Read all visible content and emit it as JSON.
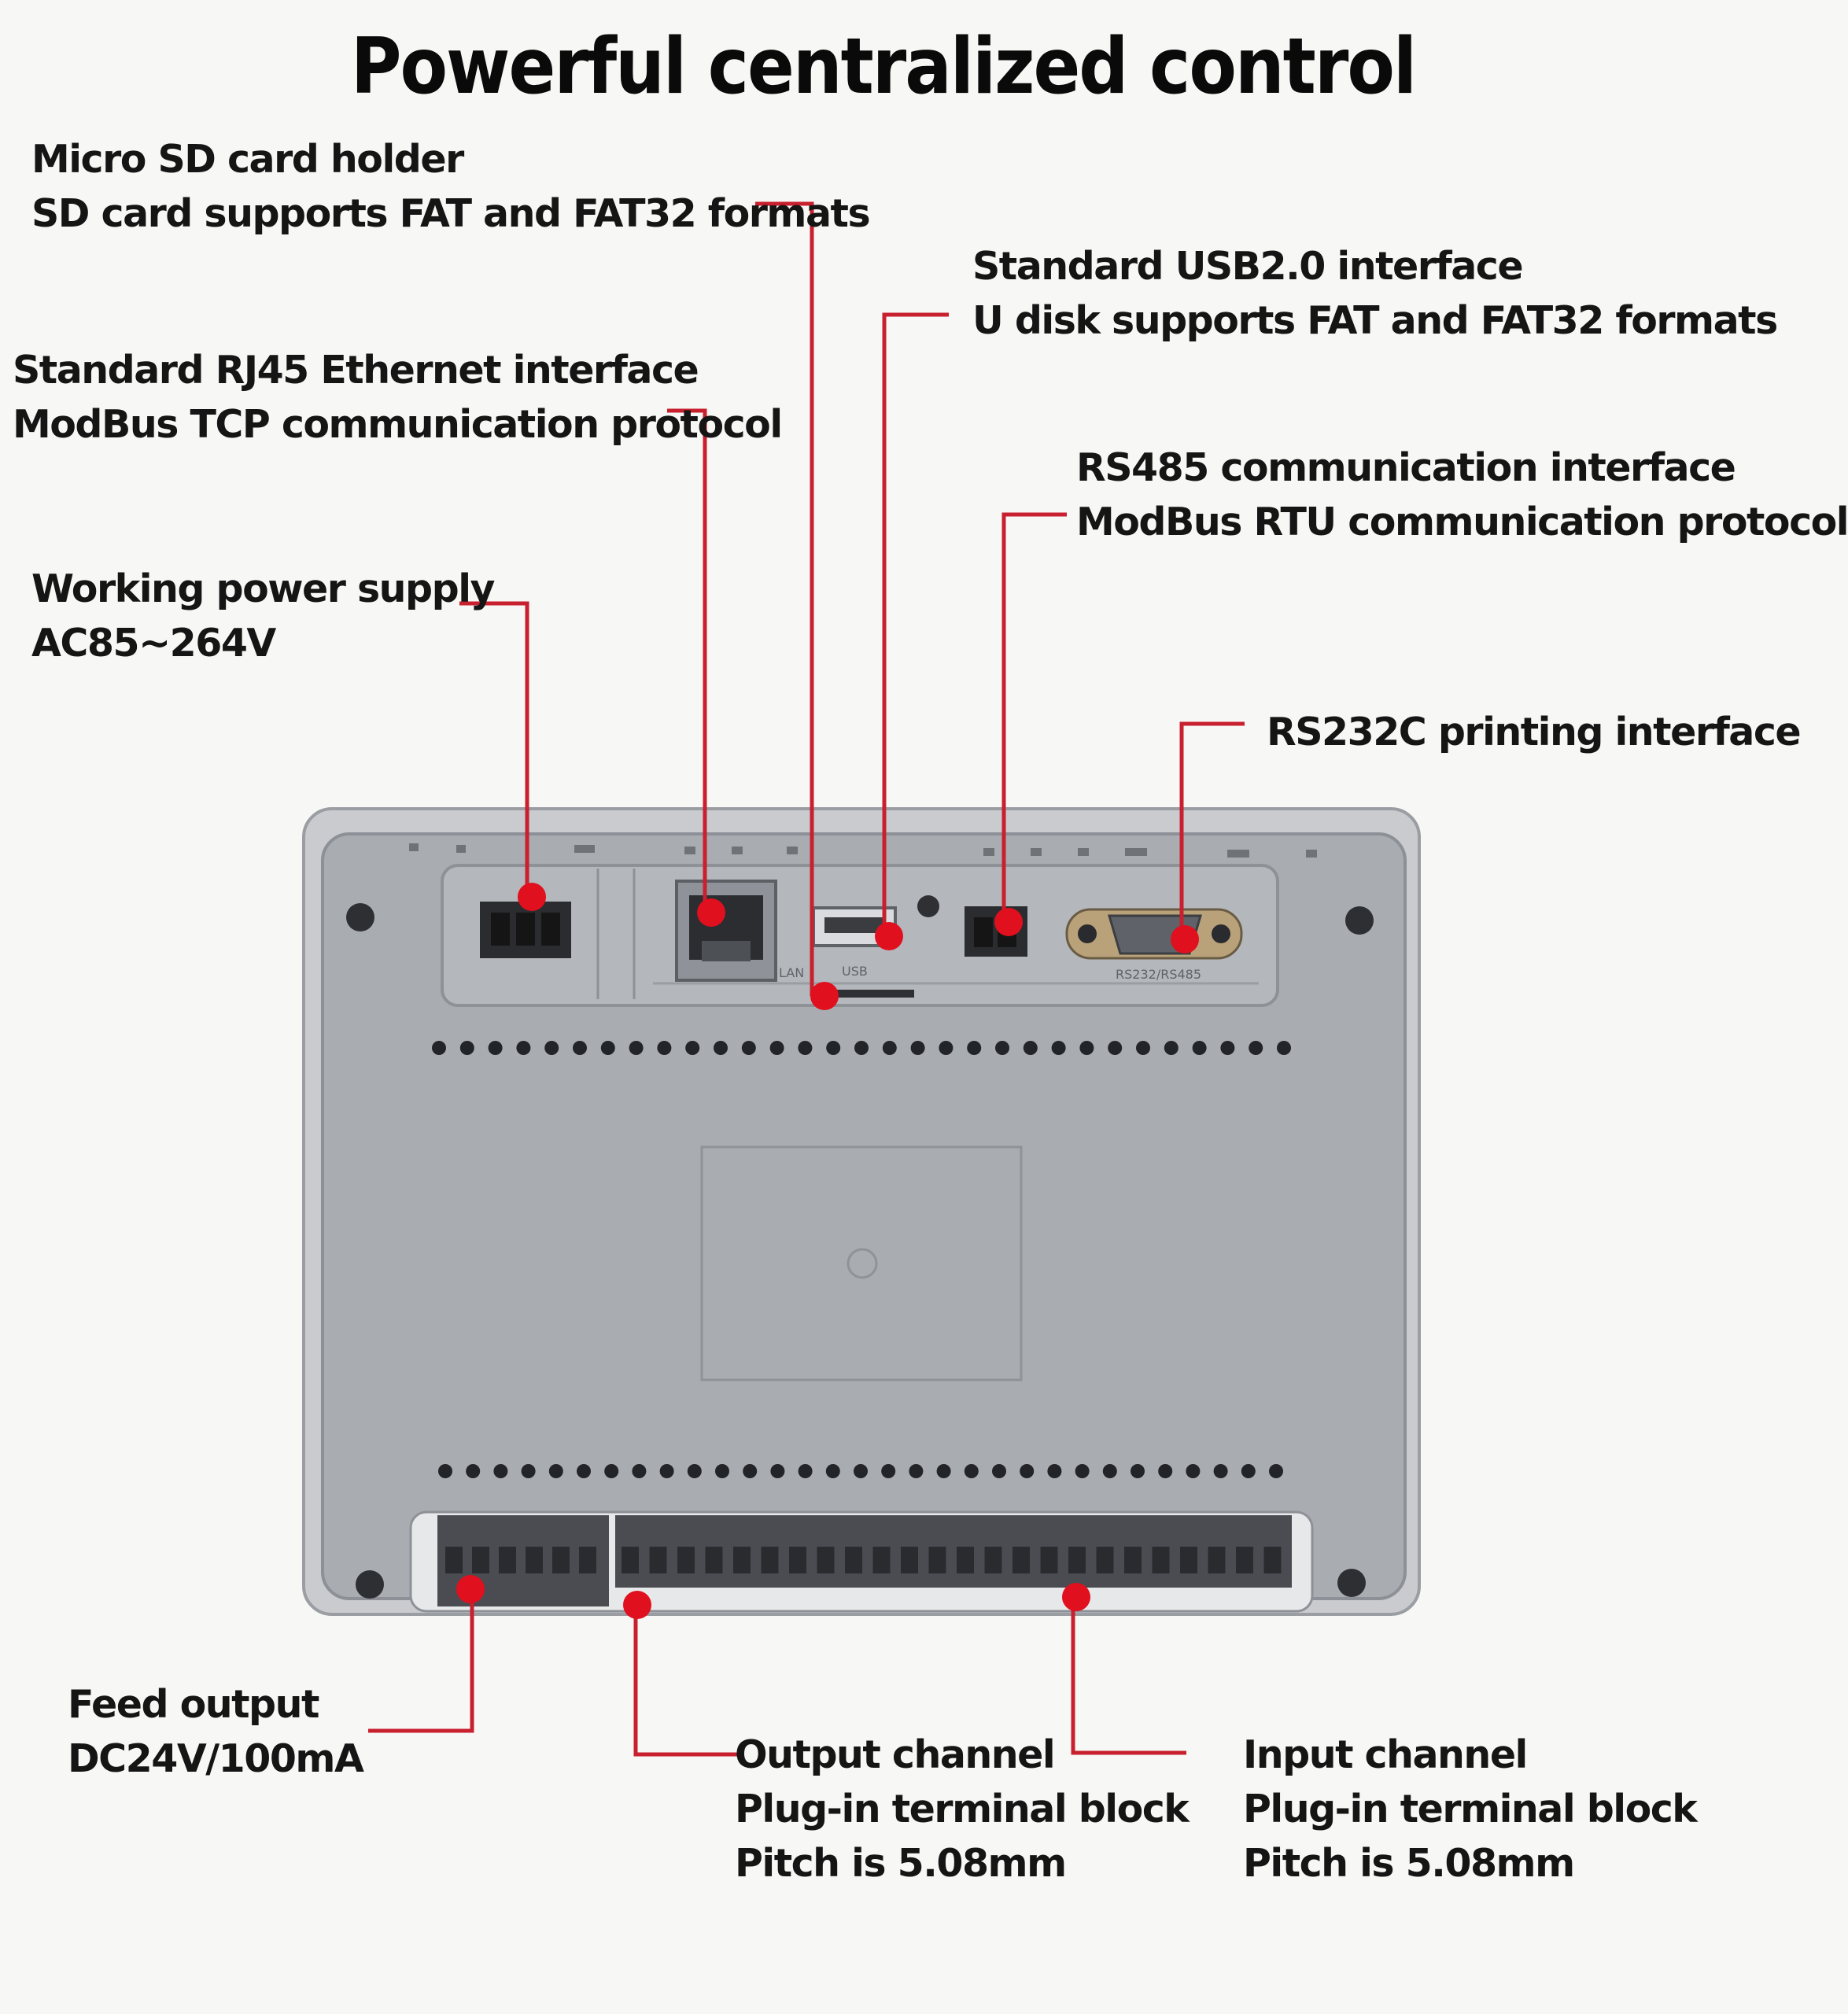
{
  "title": "Powerful centralized control",
  "callouts": {
    "sd_card": {
      "line1": "Micro SD card holder",
      "line2": "SD card supports FAT and FAT32  formats"
    },
    "usb": {
      "line1": "Standard USB2.0 interface",
      "line2": "U disk supports FAT and FAT32 formats"
    },
    "rj45": {
      "line1": "Standard RJ45 Ethernet interface",
      "line2": "ModBus TCP communication protocol"
    },
    "rs485": {
      "line1": "RS485 communication interface",
      "line2": "ModBus RTU communication protocol"
    },
    "power": {
      "line1": "Working power supply",
      "line2": "AC85~264V"
    },
    "rs232": {
      "line1": "RS232C printing interface"
    },
    "feed": {
      "line1": "Feed output",
      "line2": "DC24V/100mA"
    },
    "output": {
      "line1": "Output channel",
      "line2": "Plug-in terminal block",
      "line3": "Pitch is 5.08mm"
    },
    "input": {
      "line1": "Input channel",
      "line2": "Plug-in terminal block",
      "line3": "Pitch is 5.08mm"
    }
  },
  "device": {
    "port_labels": {
      "lan": "LAN",
      "usb": "USB",
      "rs232": "RS232/RS485"
    }
  },
  "colors": {
    "leader_line": "#c8202e",
    "marker": "#e0101e",
    "case": "#a9acb1",
    "case_edge": "#8d9096",
    "background": "#f7f7f5"
  }
}
